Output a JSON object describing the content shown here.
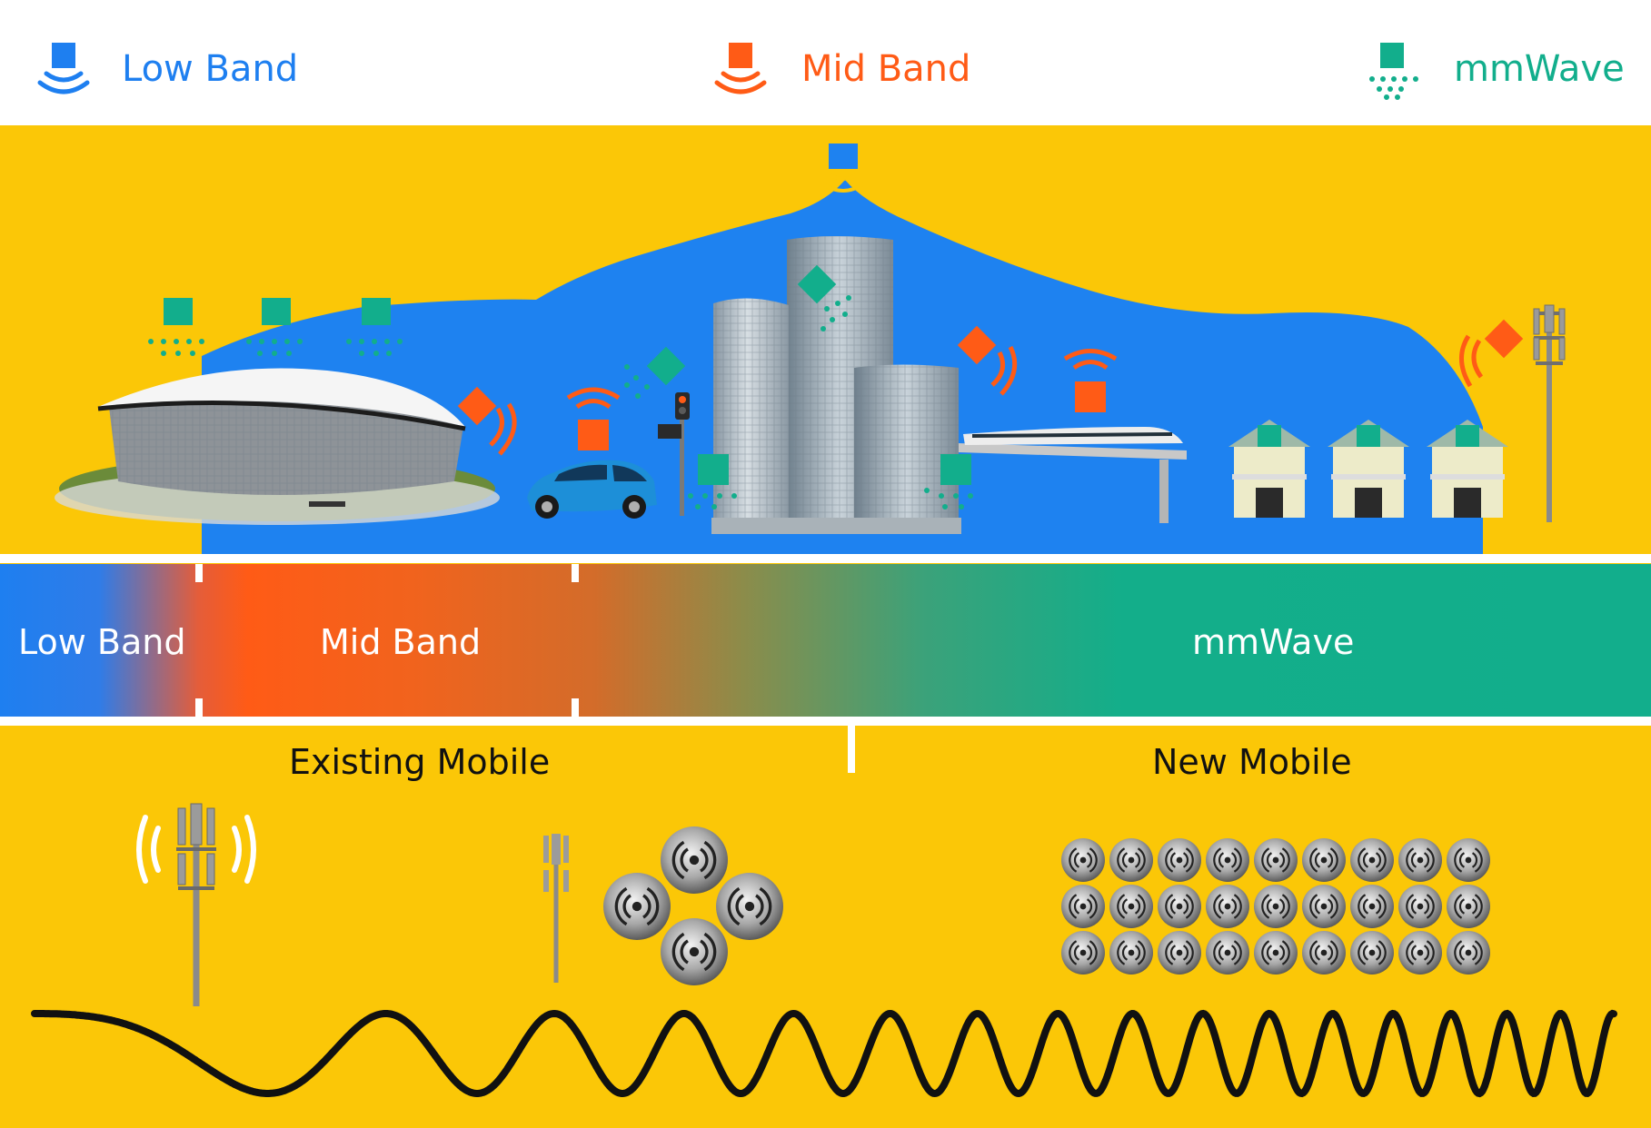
{
  "legend": {
    "low": {
      "label": "Low Band",
      "color": "#1E7FF0"
    },
    "mid": {
      "label": "Mid Band",
      "color": "#FF5B16"
    },
    "mm": {
      "label": "mmWave",
      "color": "#12B08E"
    }
  },
  "spectrum_bar": {
    "low": "Low Band",
    "mid": "Mid Band",
    "mm": "mmWave"
  },
  "sections": {
    "existing": "Existing Mobile",
    "new": "New Mobile"
  },
  "colors": {
    "background": "#FBC707",
    "coverage": "#1E82F0",
    "white": "#FFFFFF",
    "wave": "#111111"
  },
  "icons": [
    "low-band-antenna-icon",
    "mid-band-antenna-icon",
    "mmwave-antenna-icon",
    "stadium",
    "car",
    "traffic-light",
    "skyscrapers",
    "monorail",
    "houses",
    "cell-tower",
    "small-cell-icon",
    "wave"
  ]
}
